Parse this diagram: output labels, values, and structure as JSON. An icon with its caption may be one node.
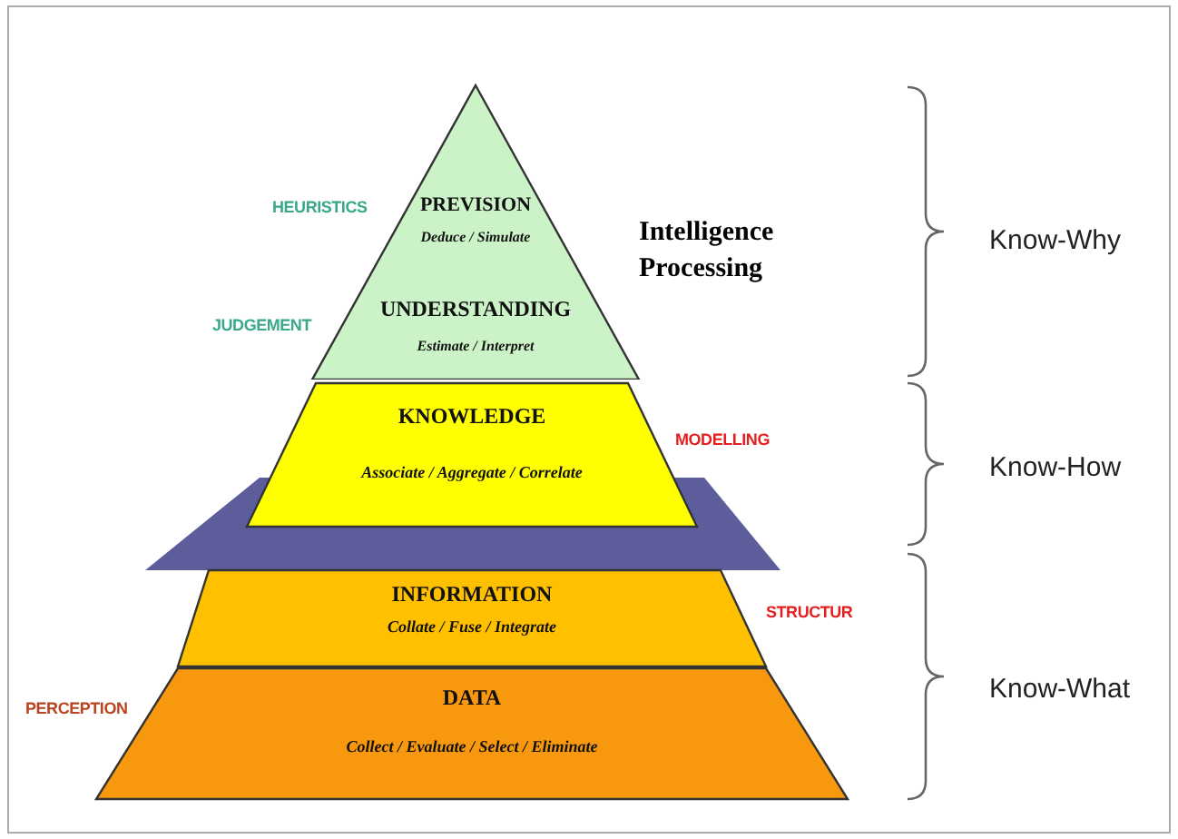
{
  "diagram": {
    "nodes": [
      {
        "text": [
          "PREVISION",
          "Deduce / Simulate",
          "UNDERSTANDING",
          "Estimate / Interpret"
        ]
      },
      {
        "text": [
          "KNOWLEDGE",
          "Associate / Aggregate / Correlate"
        ]
      },
      {
        "text": [
          "INFORMATION",
          "Collate / Fuse / Integrate"
        ]
      },
      {
        "text": [
          "DATA",
          "Collect / Evaluate / Select / Eliminate"
        ]
      }
    ],
    "labels": [
      "HEURISTICS",
      "Intelligence Processing",
      "Know-Why",
      "JUDGEMENT",
      "MODELLING",
      "Know-How",
      "STRUCTUR",
      "Know-What",
      "PERCEPTION"
    ]
  }
}
